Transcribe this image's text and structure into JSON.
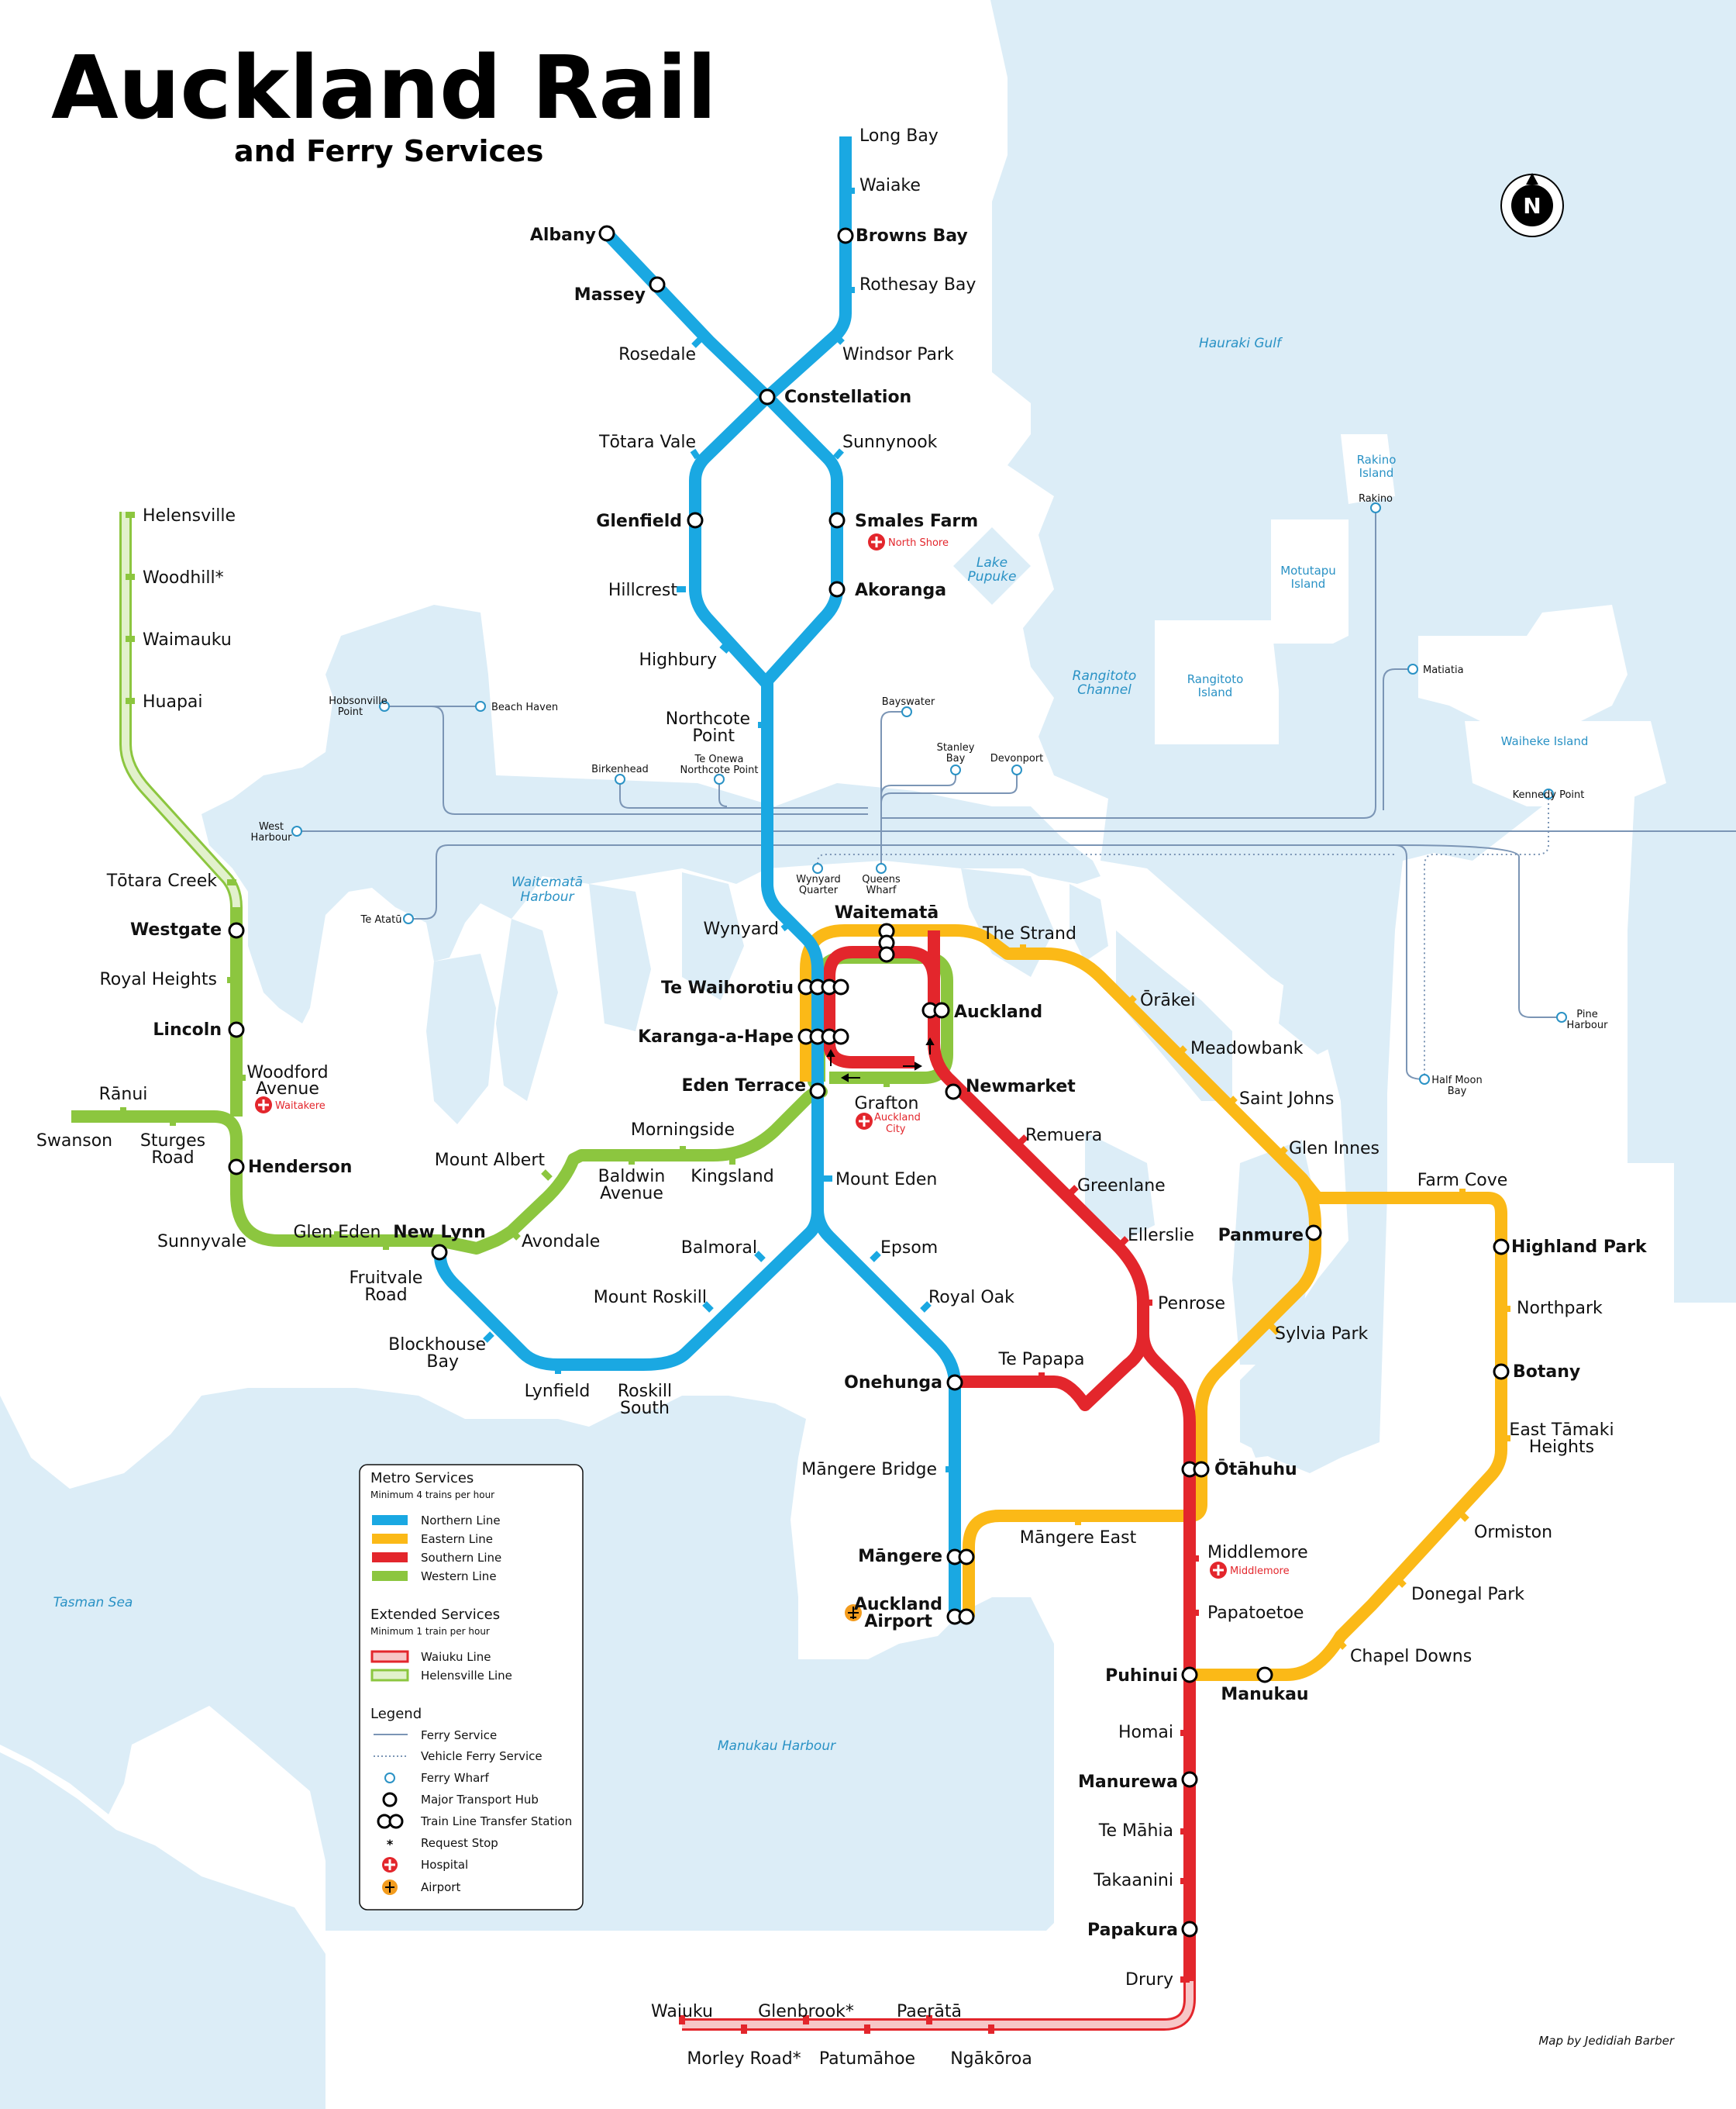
{
  "title": "Auckland Rail",
  "subtitle": "and Ferry Services",
  "credit": "Map by Jedidiah Barber",
  "compass": "N",
  "colors": {
    "northern": "#1aa8e2",
    "eastern": "#fbb917",
    "southern": "#e3262c",
    "western": "#8cc63f",
    "waiuku": "#e3262c",
    "helensville": "#8cc63f",
    "ferry": "#7b95b5",
    "water": "#dcedf7",
    "airport": "#f39c1e"
  },
  "water_labels": {
    "hauraki": "Hauraki Gulf",
    "rangitoto_channel": [
      "Rangitoto",
      "Channel"
    ],
    "waitemata": [
      "Waitematā",
      "Harbour"
    ],
    "tasman": "Tasman Sea",
    "manukau": "Manukau Harbour",
    "lake": [
      "Lake",
      "Pupuke"
    ]
  },
  "islands": {
    "rakino": [
      "Rakino",
      "Island"
    ],
    "motutapu": [
      "Motutapu",
      "Island"
    ],
    "rangitoto": [
      "Rangitoto",
      "Island"
    ],
    "waiheke": "Waiheke Island"
  },
  "northern_line": {
    "long_bay": "Long Bay",
    "waiake": "Waiake",
    "browns_bay": "Browns Bay",
    "rothesay_bay": "Rothesay Bay",
    "windsor_park": "Windsor Park",
    "albany": "Albany",
    "massey": "Massey",
    "rosedale": "Rosedale",
    "constellation": "Constellation",
    "totara_vale": "Tōtara Vale",
    "sunnynook": "Sunnynook",
    "glenfield": "Glenfield",
    "smales_farm": "Smales Farm",
    "hillcrest": "Hillcrest",
    "akoranga": "Akoranga",
    "highbury": "Highbury",
    "northcote_point": [
      "Northcote",
      "Point"
    ],
    "wynyard": "Wynyard",
    "mount_eden": "Mount Eden",
    "epsom": "Epsom",
    "royal_oak": "Royal Oak",
    "balmoral": "Balmoral",
    "mount_roskill": "Mount Roskill",
    "onehunga": "Onehunga",
    "mangere_bridge": "Māngere Bridge",
    "mangere": "Māngere",
    "airport": [
      "Auckland",
      "Airport"
    ],
    "blockhouse_bay": [
      "Blockhouse",
      "Bay"
    ],
    "lynfield": "Lynfield",
    "roskill_south": [
      "Roskill",
      "South"
    ]
  },
  "hospitals": {
    "north_shore": "North Shore",
    "waitakere": "Waitakere",
    "auckland_city": [
      "Auckland",
      "City"
    ],
    "middlemore": "Middlemore"
  },
  "central": {
    "waitemata": "Waitematā",
    "the_strand": "The Strand",
    "te_waihorotiu": "Te Waihorotiu",
    "auckland": "Auckland",
    "karangahape": "Karanga-a-Hape",
    "eden_terrace": "Eden Terrace",
    "newmarket": "Newmarket",
    "grafton": "Grafton"
  },
  "eastern_line": {
    "orakei": "Ōrākei",
    "meadowbank": "Meadowbank",
    "saint_johns": "Saint Johns",
    "glen_innes": "Glen Innes",
    "panmure": "Panmure",
    "sylvia_park": "Sylvia Park",
    "otahuhu": "Ōtāhuhu",
    "farm_cove": "Farm Cove",
    "highland_park": "Highland Park",
    "northpark": "Northpark",
    "botany": "Botany",
    "east_tamaki": [
      "East Tāmaki",
      "Heights"
    ],
    "ormiston": "Ormiston",
    "donegal_park": "Donegal Park",
    "chapel_downs": "Chapel Downs",
    "manukau": "Manukau",
    "mangere_east": "Māngere East"
  },
  "southern_line": {
    "remuera": "Remuera",
    "greenlane": "Greenlane",
    "ellerslie": "Ellerslie",
    "penrose": "Penrose",
    "te_papapa": "Te Papapa",
    "middlemore": "Middlemore",
    "papatoetoe": "Papatoetoe",
    "puhinui": "Puhinui",
    "homai": "Homai",
    "manurewa": "Manurewa",
    "te_mahia": "Te Māhia",
    "takaanini": "Takaanini",
    "papakura": "Papakura",
    "drury": "Drury"
  },
  "waiuku_line": {
    "waiuku": "Waiuku",
    "glenbrook": "Glenbrook*",
    "paerata": "Paerātā",
    "morley_road": "Morley Road*",
    "patumahoe": "Patumāhoe",
    "ngakoroa": "Ngākōroa"
  },
  "western_line": {
    "totara_creek": "Tōtara Creek",
    "westgate": "Westgate",
    "royal_heights": "Royal Heights",
    "lincoln": "Lincoln",
    "woodford": [
      "Woodford",
      "Avenue"
    ],
    "henderson": "Henderson",
    "ranui": "Rānui",
    "swanson": "Swanson",
    "sturges": [
      "Sturges",
      "Road"
    ],
    "sunnyvale": "Sunnyvale",
    "glen_eden": "Glen Eden",
    "fruitvale": [
      "Fruitvale",
      "Road"
    ],
    "new_lynn": "New Lynn",
    "avondale": "Avondale",
    "mount_albert": "Mount Albert",
    "baldwin": [
      "Baldwin",
      "Avenue"
    ],
    "morningside": "Morningside",
    "kingsland": "Kingsland"
  },
  "helensville_line": {
    "helensville": "Helensville",
    "woodhill": "Woodhill*",
    "waimauku": "Waimauku",
    "huapai": "Huapai"
  },
  "ferry_wharves": {
    "hobsonville": [
      "Hobsonville",
      "Point"
    ],
    "beach_haven": "Beach Haven",
    "birkenhead": "Birkenhead",
    "te_onewa": [
      "Te Onewa",
      "Northcote Point"
    ],
    "bayswater": "Bayswater",
    "stanley_bay": [
      "Stanley",
      "Bay"
    ],
    "devonport": "Devonport",
    "west_harbour": [
      "West",
      "Harbour"
    ],
    "te_atatu": "Te Atatū",
    "wynyard_quarter": [
      "Wynyard",
      "Quarter"
    ],
    "queens_wharf": [
      "Queens",
      "Wharf"
    ],
    "rakino": "Rakino",
    "matiatia": "Matiatia",
    "kennedy_point": "Kennedy Point",
    "pine_harbour": [
      "Pine",
      "Harbour"
    ],
    "half_moon_bay": [
      "Half Moon",
      "Bay"
    ]
  },
  "legend": {
    "metro_title": "Metro Services",
    "metro_sub": "Minimum 4 trains per hour",
    "northern": "Northern Line",
    "eastern": "Eastern Line",
    "southern": "Southern Line",
    "western": "Western Line",
    "ext_title": "Extended Services",
    "ext_sub": "Minimum 1 train per hour",
    "waiuku": "Waiuku Line",
    "helensville": "Helensville Line",
    "legend_title": "Legend",
    "ferry_service": "Ferry Service",
    "vehicle_ferry": "Vehicle Ferry Service",
    "ferry_wharf": "Ferry Wharf",
    "major_hub": "Major Transport Hub",
    "transfer": "Train Line Transfer Station",
    "request_stop": "Request Stop",
    "hospital": "Hospital",
    "airport": "Airport"
  }
}
